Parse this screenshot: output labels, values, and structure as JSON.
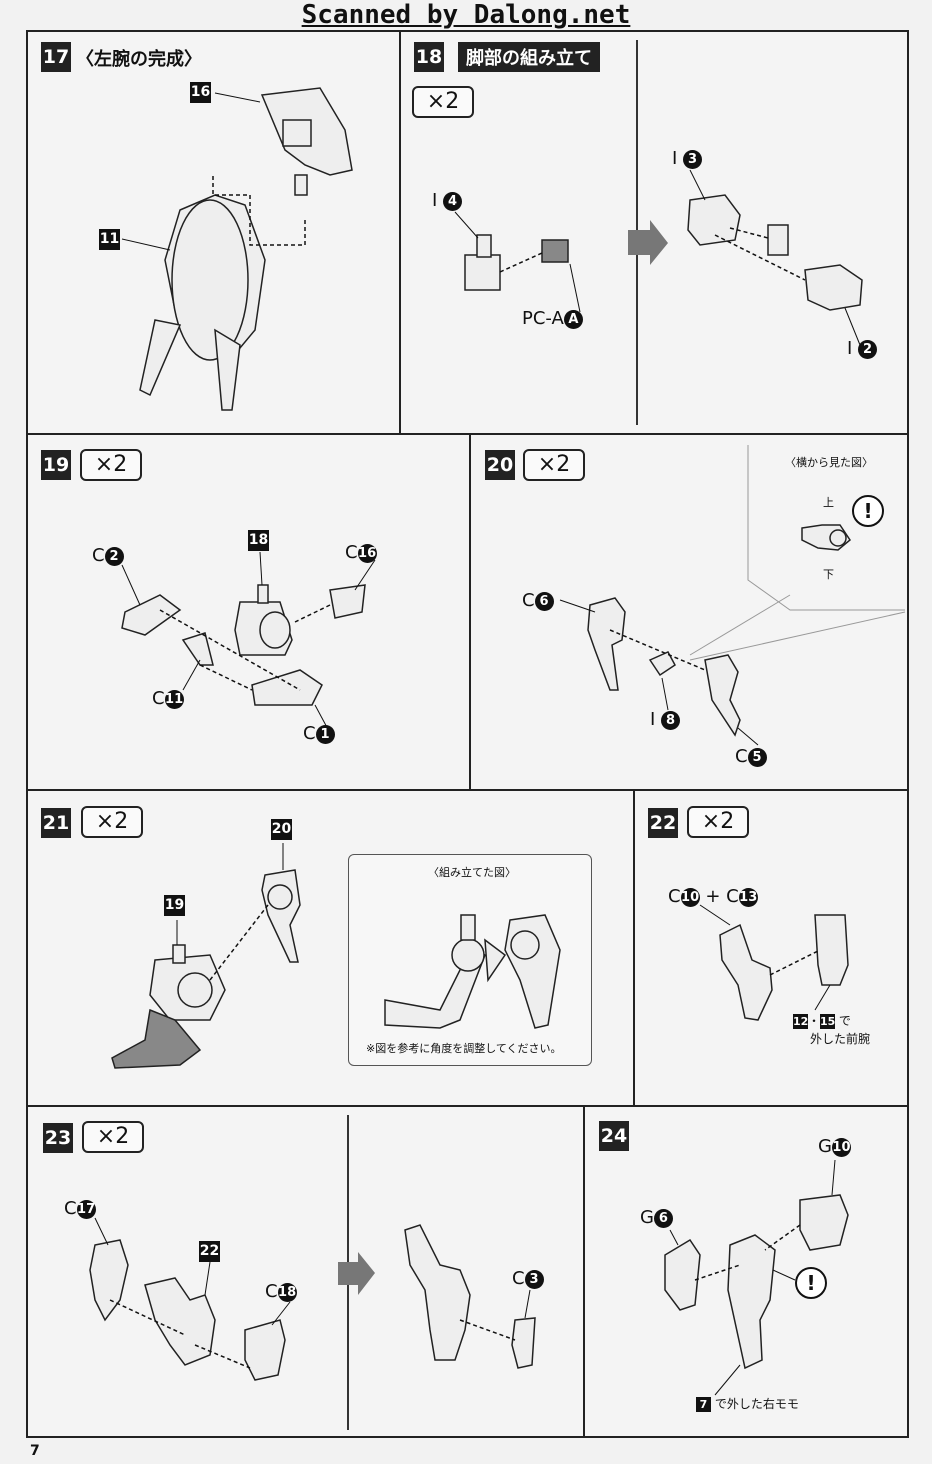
{
  "watermark": "Scanned by Dalong.net",
  "page_number": "7",
  "steps": {
    "s17": {
      "num": "17",
      "title": "〈左腕の完成〉",
      "labels": {
        "a": "16",
        "b": "11"
      }
    },
    "s18": {
      "num": "18",
      "title": "脚部の組み立て",
      "mult": "×2",
      "labels": {
        "i4_letter": "I",
        "i4": "4",
        "pca": "PC-A",
        "pca_num": "A",
        "i3_letter": "I",
        "i3": "3",
        "i2_letter": "I",
        "i2": "2"
      }
    },
    "s19": {
      "num": "19",
      "mult": "×2",
      "labels": {
        "c2_letter": "C",
        "c2": "2",
        "ref18": "18",
        "c16_letter": "C",
        "c16": "16",
        "c11_letter": "C",
        "c11": "11",
        "c1_letter": "C",
        "c1": "1"
      }
    },
    "s20": {
      "num": "20",
      "mult": "×2",
      "side_view": "〈横から見た図〉",
      "up": "上",
      "down": "下",
      "labels": {
        "c6_letter": "C",
        "c6": "6",
        "i8_letter": "I",
        "i8": "8",
        "c5_letter": "C",
        "c5": "5"
      }
    },
    "s21": {
      "num": "21",
      "mult": "×2",
      "inset_title": "〈組み立てた図〉",
      "inset_note": "※図を参考に角度を調整してください。",
      "labels": {
        "ref20": "20",
        "ref19": "19"
      }
    },
    "s22": {
      "num": "22",
      "mult": "×2",
      "labels": {
        "c10_letter": "C",
        "c10": "10",
        "plus": "+",
        "c13_letter": "C",
        "c13": "13",
        "r12": "12",
        "dot": "・",
        "r15": "15",
        "de": "で",
        "note2": "外した前腕"
      }
    },
    "s23": {
      "num": "23",
      "mult": "×2",
      "labels": {
        "c17_letter": "C",
        "c17": "17",
        "ref22": "22",
        "c18_letter": "C",
        "c18": "18",
        "c3_letter": "C",
        "c3": "3"
      }
    },
    "s24": {
      "num": "24",
      "labels": {
        "g10_letter": "G",
        "g10": "10",
        "g6_letter": "G",
        "g6": "6",
        "r7": "7",
        "note": "で外した右モモ"
      }
    }
  },
  "caution_mark": "!"
}
